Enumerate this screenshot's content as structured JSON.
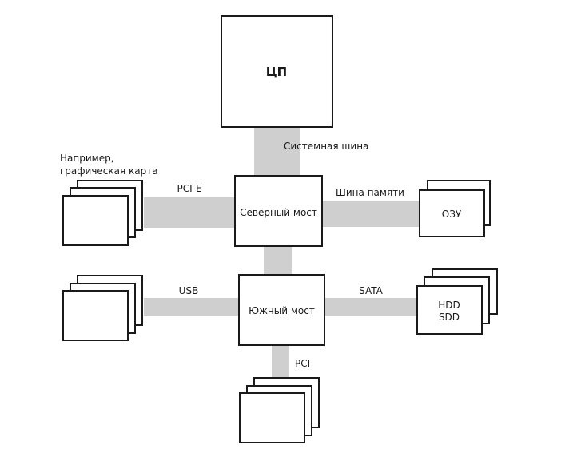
{
  "cpu": {
    "label": "ЦП"
  },
  "north_bridge": {
    "label": "Северный мост"
  },
  "south_bridge": {
    "label": "Южный мост"
  },
  "ram": {
    "label": "ОЗУ"
  },
  "storage": {
    "line1": "HDD",
    "line2": "SDD"
  },
  "graphics": {
    "caption_line1": "Например,",
    "caption_line2": "графическая карта"
  },
  "buses": {
    "system": "Системная шина",
    "pcie": "PCI-E",
    "memory": "Шина памяти",
    "usb": "USB",
    "sata": "SATA",
    "pci": "PCI"
  },
  "colors": {
    "bus_fill": "#cfcfcf",
    "outline": "#1a1a1a"
  }
}
